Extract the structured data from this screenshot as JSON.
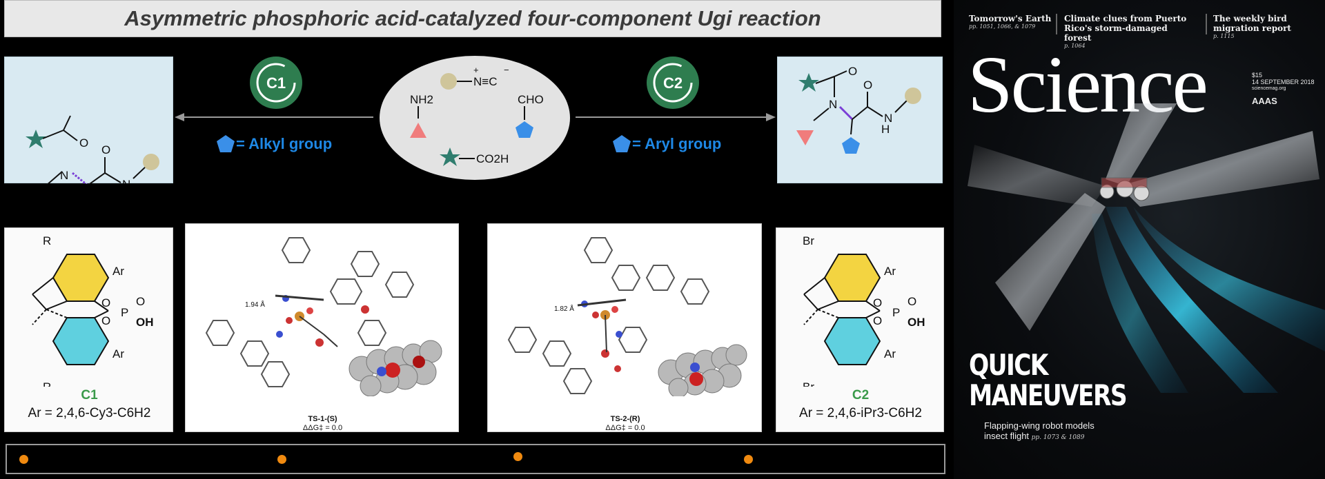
{
  "title": "Asymmetric phosphoric acid-catalyzed four-component Ugi reaction",
  "top": {
    "c1_badge": "C1",
    "c2_badge": "C2",
    "alkyl_label": "= Alkyl group",
    "aryl_label": "= Aryl group",
    "reagents": {
      "isocyanide": "N≡C",
      "amine": "NH2",
      "aldehyde": "CHO",
      "acid": "CO2H"
    },
    "product_atoms": {
      "O": "O",
      "N": "N",
      "H": "H"
    }
  },
  "catalysts": {
    "c1": {
      "name": "C1",
      "formula": "Ar = 2,4,6-Cy3-C6H2",
      "sub_r": "R",
      "sub_ar": "Ar",
      "oh": "OH",
      "p": "P",
      "o": "O"
    },
    "c2": {
      "name": "C2",
      "formula": "Ar = 2,4,6-iPr3-C6H2",
      "sub_br": "Br",
      "sub_ar": "Ar",
      "oh": "OH",
      "p": "P",
      "o": "O"
    }
  },
  "transition_states": {
    "ts1": {
      "label": "TS-1-(S)",
      "energy": "ΔΔG‡ = 0.0",
      "distance": "1.94 Å"
    },
    "ts2": {
      "label": "TS-2-(R)",
      "energy": "ΔΔG‡ = 0.0",
      "distance": "1.82 Å"
    }
  },
  "colors": {
    "accent_orange": "#f08a10",
    "badge_green": "#2e7d4f",
    "label_blue": "#1e88e5",
    "catalyst_green": "#3a9a4a"
  },
  "cover": {
    "headlines": [
      {
        "text": "Tomorrow's Earth",
        "pages": "pp. 1051, 1066, & 1079"
      },
      {
        "text": "Climate clues from Puerto Rico's storm-damaged forest",
        "pages": "p. 1064"
      },
      {
        "text": "The weekly bird migration report",
        "pages": "p. 1115"
      }
    ],
    "masthead": "Science",
    "price": "$15",
    "date": "14 SEPTEMBER 2018",
    "site": "sciencemag.org",
    "publisher": "AAAS",
    "feature_line1": "QUICK",
    "feature_line2": "MANEUVERS",
    "sub_line1": "Flapping-wing robot models",
    "sub_line2": "insect flight",
    "sub_pages": "pp. 1073 & 1089"
  }
}
